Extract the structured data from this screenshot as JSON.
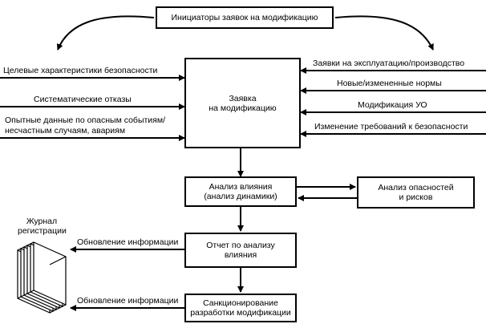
{
  "initiators": "Инициаторы заявок на модификацию",
  "request_box": {
    "line1": "Заявка",
    "line2": "на модификацию"
  },
  "left_inputs": [
    "Целевые характеристики безопасности",
    "Систематические отказы",
    "Опытные данные по опасным событиям/",
    "несчастным случаям, авариям"
  ],
  "right_inputs": [
    "Заявки на эксплуатацию/производство",
    "Новые/измененные нормы",
    "Модификация УО",
    "Изменение требований к безопасности"
  ],
  "impact_box": {
    "line1": "Анализ влияния",
    "line2": "(анализ динамики)"
  },
  "hazard_box": {
    "line1": "Анализ опасностей",
    "line2": "и рисков"
  },
  "report_box": {
    "line1": "Отчет по анализу",
    "line2": "влияния"
  },
  "auth_box": {
    "line1": "Санкционирование",
    "line2": "разработки модификации"
  },
  "journal": {
    "line1": "Журнал",
    "line2": "регистрации"
  },
  "update_info_1": "Обновление информации",
  "update_info_2": "Обновление информации"
}
